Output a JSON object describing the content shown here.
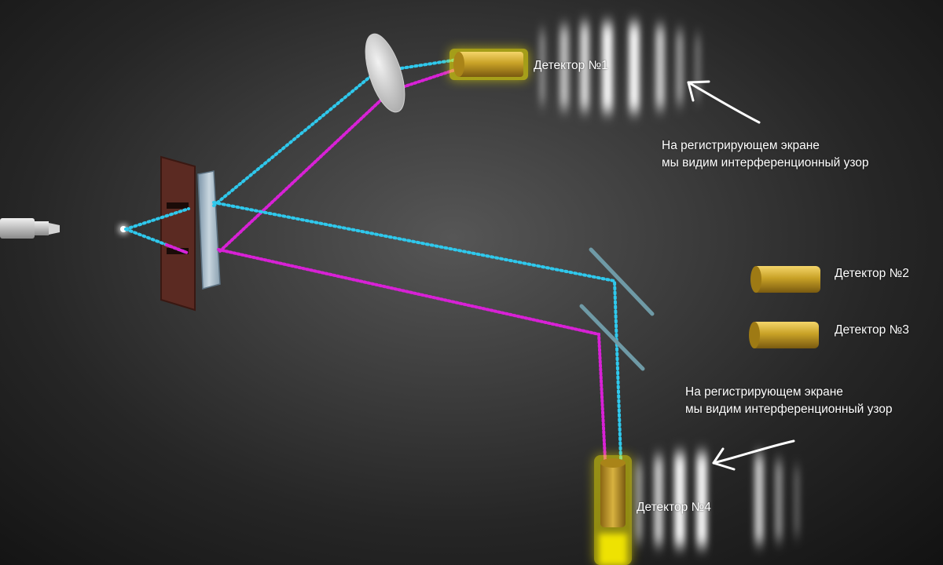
{
  "colors": {
    "background": "#2a2a2a",
    "beam_blue": "#2fc8ec",
    "beam_magenta": "#d821d6",
    "detector_gold": "#c9a227",
    "glow_yellow": "#fff200"
  },
  "detectors": [
    {
      "id": "d1",
      "label": "Детектор №1",
      "glowing": true
    },
    {
      "id": "d2",
      "label": "Детектор №2",
      "glowing": false
    },
    {
      "id": "d3",
      "label": "Детектор №3",
      "glowing": false
    },
    {
      "id": "d4",
      "label": "Детектор №4",
      "glowing": true
    }
  ],
  "captions": {
    "top": {
      "line1": "На регистрирующем экране",
      "line2": "мы видим интерференционный узор"
    },
    "bottom": {
      "line1": "На регистрирующем экране",
      "line2": "мы видим интерференционный узор"
    }
  },
  "icons": {
    "laser": "laser-source-icon",
    "arrow": "hand-drawn-arrow-icon"
  }
}
